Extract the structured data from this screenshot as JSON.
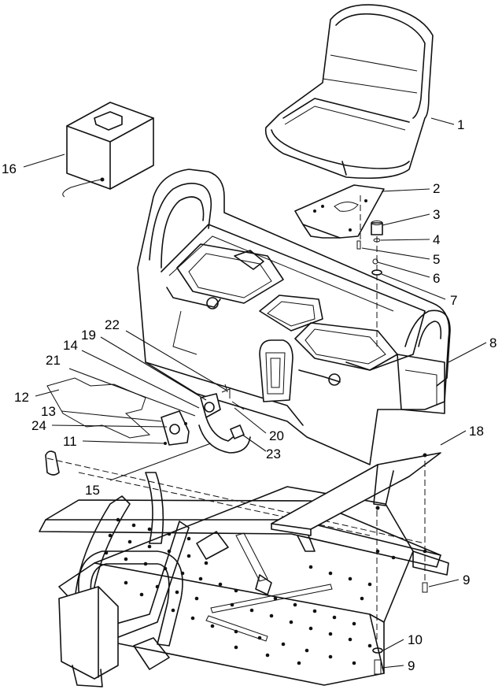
{
  "callouts": [
    "1",
    "2",
    "3",
    "4",
    "5",
    "6",
    "7",
    "8",
    "9",
    "9",
    "10",
    "11",
    "12",
    "13",
    "14",
    "15",
    "16",
    "18",
    "19",
    "20",
    "21",
    "22",
    "23",
    "24"
  ]
}
